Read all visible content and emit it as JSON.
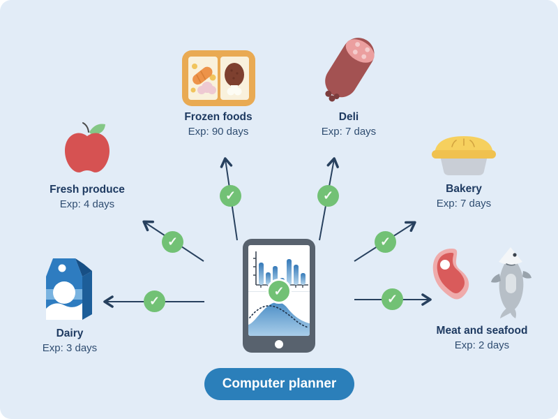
{
  "canvas": {
    "background_color": "#e2ecf7",
    "page_color": "#ffffff"
  },
  "glyphs": {
    "check": "✓"
  },
  "colors": {
    "text_title": "#1e3a61",
    "text_exp": "#2f4d71",
    "arrow": "#27405e",
    "check_green": "#72c175",
    "button_blue": "#2b7fba",
    "tablet_frame": "#58626e"
  },
  "categories": [
    {
      "id": "frozen-foods",
      "label": "Frozen foods",
      "exp": "Exp: 90 days",
      "icon": "bento-box-icon"
    },
    {
      "id": "deli",
      "label": "Deli",
      "exp": "Exp: 7 days",
      "icon": "salami-icon"
    },
    {
      "id": "fresh-produce",
      "label": "Fresh produce",
      "exp": "Exp: 4 days",
      "icon": "apple-icon"
    },
    {
      "id": "bakery",
      "label": "Bakery",
      "exp": "Exp: 7 days",
      "icon": "pie-icon"
    },
    {
      "id": "dairy",
      "label": "Dairy",
      "exp": "Exp: 3 days",
      "icon": "milk-carton-icon"
    },
    {
      "id": "meat-seafood",
      "label": "Meat and seafood",
      "exp": "Exp: 2 days",
      "icon": "steak-and-fish-icon"
    }
  ],
  "center": {
    "device": "tablet-with-charts",
    "button_label": "Computer planner"
  },
  "chart_data": [
    {
      "type": "bar",
      "title": "",
      "xlabel": "",
      "ylabel": "",
      "categories": [
        "",
        "",
        "",
        "",
        "",
        "",
        ""
      ],
      "values": [
        64,
        36,
        54,
        20,
        74,
        58,
        34
      ],
      "ylim": [
        0,
        100
      ],
      "grid": false,
      "legend": "none",
      "note": "unlabeled mini bar chart on tablet screen, blue gradient bars with axis ticks"
    },
    {
      "type": "area",
      "title": "",
      "xlabel": "",
      "ylabel": "",
      "x": [
        0,
        1,
        2,
        3,
        4,
        5,
        6,
        7,
        8
      ],
      "series": [
        {
          "name": "filled-area",
          "values": [
            27,
            30,
            45,
            68,
            75,
            60,
            42,
            31,
            29
          ]
        },
        {
          "name": "dotted-line",
          "values": [
            43,
            55,
            64,
            66,
            60,
            48,
            36,
            27,
            21
          ]
        }
      ],
      "ylim": [
        0,
        100
      ],
      "grid": false,
      "legend": "none",
      "note": "unlabeled mini area chart with dotted overlay curve on tablet screen"
    }
  ]
}
